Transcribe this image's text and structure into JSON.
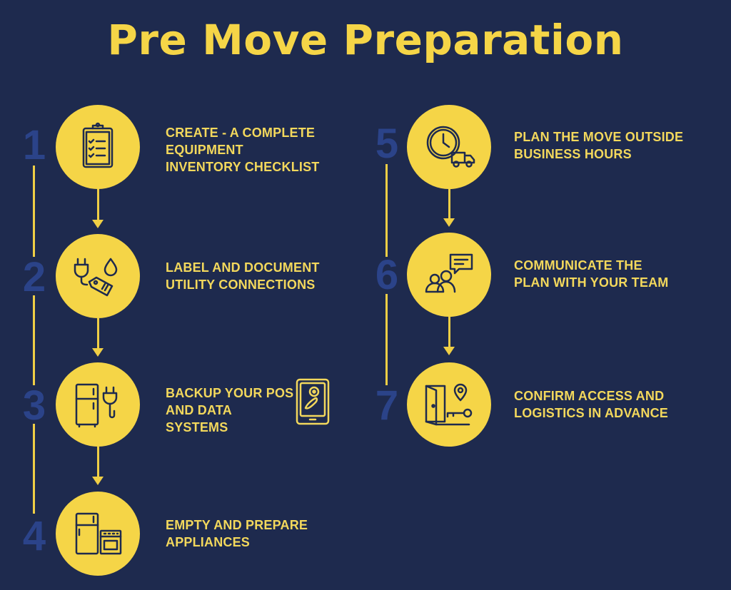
{
  "title": "Pre Move Preparation",
  "colors": {
    "background": "#1e2a4e",
    "accent": "#f5d547",
    "number": "#2b4389"
  },
  "steps": [
    {
      "number": "1",
      "lines": [
        "CREATE - A COMPLETE",
        "EQUIPMENT",
        "INVENTORY CHECKLIST"
      ],
      "icon": "clipboard-checklist-icon"
    },
    {
      "number": "2",
      "lines": [
        "LABEL AND DOCUMENT",
        "UTILITY CONNECTIONS"
      ],
      "icon": "plug-tag-water-icon"
    },
    {
      "number": "3",
      "lines": [
        "BACKUP YOUR POS",
        "AND DATA SYSTEMS"
      ],
      "icon": "fridge-plug-icon",
      "extra_icon": "hard-drive-icon"
    },
    {
      "number": "4",
      "lines": [
        "EMPTY AND PREPARE",
        "APPLIANCES"
      ],
      "icon": "fridge-stove-icon"
    },
    {
      "number": "5",
      "lines": [
        "PLAN THE MOVE OUTSIDE",
        "BUSINESS HOURS"
      ],
      "icon": "clock-truck-icon"
    },
    {
      "number": "6",
      "lines": [
        "COMMUNICATE THE",
        "PLAN WITH YOUR TEAM"
      ],
      "icon": "team-chat-icon"
    },
    {
      "number": "7",
      "lines": [
        "CONFIRM ACCESS AND",
        "LOGISTICS IN ADVANCE"
      ],
      "icon": "door-key-location-icon"
    }
  ]
}
